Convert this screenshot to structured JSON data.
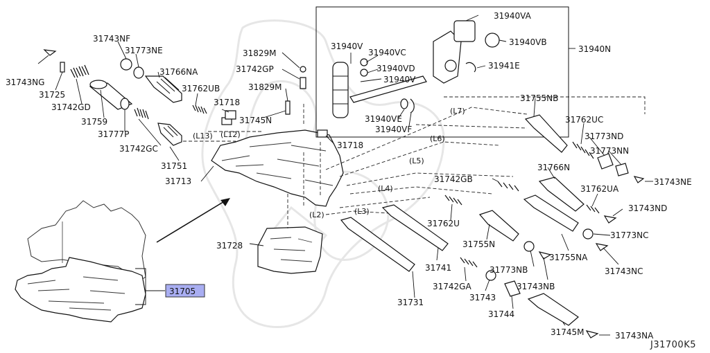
{
  "diagram": {
    "drawing_code": "J31700K5",
    "highlighted_part": "31705",
    "parts": [
      {
        "id": "31743NF"
      },
      {
        "id": "31773NE"
      },
      {
        "id": "31743NG"
      },
      {
        "id": "31725"
      },
      {
        "id": "31766NA"
      },
      {
        "id": "31742GD"
      },
      {
        "id": "31762UB"
      },
      {
        "id": "31759"
      },
      {
        "id": "31718"
      },
      {
        "id": "31777P"
      },
      {
        "id": "31742GC"
      },
      {
        "id": "31751"
      },
      {
        "id": "31713"
      },
      {
        "id": "31829M"
      },
      {
        "id": "31742GP"
      },
      {
        "id": "31745N"
      },
      {
        "id": "31940V"
      },
      {
        "id": "31940VC"
      },
      {
        "id": "31940VD"
      },
      {
        "id": "31940VA"
      },
      {
        "id": "31940VB"
      },
      {
        "id": "31940N"
      },
      {
        "id": "31941E"
      },
      {
        "id": "31940VE"
      },
      {
        "id": "31940VF"
      },
      {
        "id": "31755NB"
      },
      {
        "id": "31762UC"
      },
      {
        "id": "31773ND"
      },
      {
        "id": "31773NN"
      },
      {
        "id": "31743NE"
      },
      {
        "id": "31766N"
      },
      {
        "id": "31762UA"
      },
      {
        "id": "31743ND"
      },
      {
        "id": "31742GB"
      },
      {
        "id": "31762U"
      },
      {
        "id": "31755N"
      },
      {
        "id": "31773NC"
      },
      {
        "id": "31755NA"
      },
      {
        "id": "31743NC"
      },
      {
        "id": "31728"
      },
      {
        "id": "31741"
      },
      {
        "id": "31742GA"
      },
      {
        "id": "31773NB"
      },
      {
        "id": "31743NB"
      },
      {
        "id": "31743"
      },
      {
        "id": "31744"
      },
      {
        "id": "31731"
      },
      {
        "id": "31745M"
      },
      {
        "id": "31743NA"
      },
      {
        "id": "31705"
      }
    ],
    "lines": [
      "(L13)",
      "(L12)",
      "(L7)",
      "(L6)",
      "(L5)",
      "(L4)",
      "(L3)",
      "(L2)"
    ],
    "colors": {
      "highlight_fill": "#a9aef2",
      "highlight_border": "#333333",
      "ink": "#111111"
    }
  }
}
